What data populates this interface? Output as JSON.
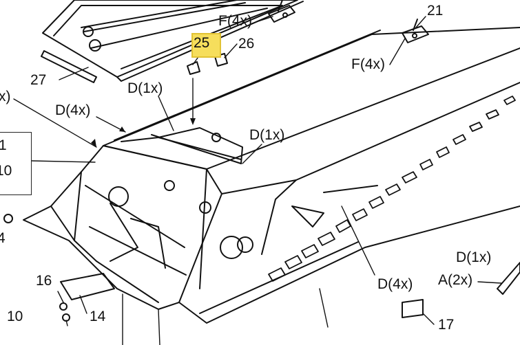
{
  "diagram": {
    "callouts": {
      "c25": "25",
      "c26": "26",
      "c21": "21",
      "c27": "27",
      "f4x_top": "F(4x)",
      "f4x_right": "F(4x)",
      "d1x_a": "D(1x)",
      "d1x_b": "D(1x)",
      "d4x_left": "D(4x)",
      "d4x_bottom": "D(4x)",
      "x_partial": "x)",
      "d1x_right": "D(1x)",
      "a2x": "A(2x)",
      "c16": "16",
      "c14": "14",
      "c10_bottom": "10",
      "c17": "17",
      "box_1": "1",
      "box_10": "10",
      "partial_4": "4"
    },
    "highlight_color": "#f6de5c"
  }
}
